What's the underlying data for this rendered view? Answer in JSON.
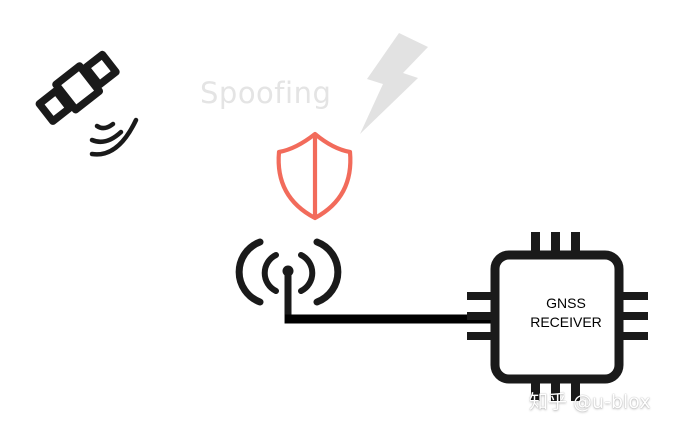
{
  "labels": {
    "spoofing": "Spoofing",
    "receiver_line1": "GNSS",
    "receiver_line2": "RECEIVER",
    "watermark": "知乎 @u-blox"
  },
  "colors": {
    "stroke": "#1a1a1a",
    "shield": "#f26b5b",
    "lightning": "#e2e2e2",
    "spoofing_text": "#e4e4e4"
  },
  "icons": {
    "satellite": "satellite-icon",
    "lightning": "lightning-bolt-icon",
    "shield": "shield-icon",
    "antenna": "antenna-icon",
    "chip": "chip-icon"
  }
}
